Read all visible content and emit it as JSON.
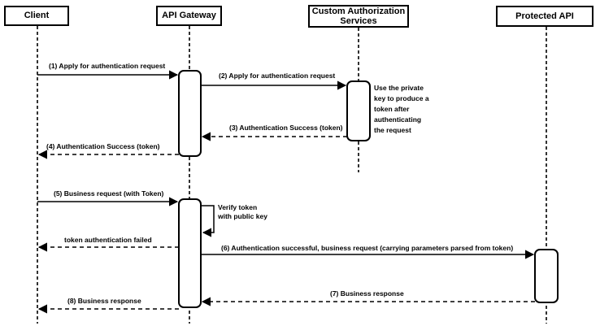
{
  "actors": [
    {
      "label": "Client"
    },
    {
      "label": "API Gateway"
    },
    {
      "label": "Custom Authorization Services"
    },
    {
      "label": "Protected API"
    }
  ],
  "messages": {
    "m1": "(1) Apply for authentication request",
    "m2": "(2) Apply for authentication request",
    "m3": "(3) Authentication Success (token)",
    "m4": "(4) Authentication Success (token)",
    "m5": "(5) Business request (with Token)",
    "verify": "Verify token\nwith public key",
    "failed": "token authentication failed",
    "m6": "(6) Authentication successful, business request (carrying parameters parsed from token)",
    "m7": "(7) Business response",
    "m8": "(8) Business response"
  },
  "note": "Use the private\nkey to produce a\ntoken after\nauthenticating\nthe request",
  "colors": {
    "stroke": "#000000",
    "fill": "#ffffff",
    "text": "#000000"
  }
}
